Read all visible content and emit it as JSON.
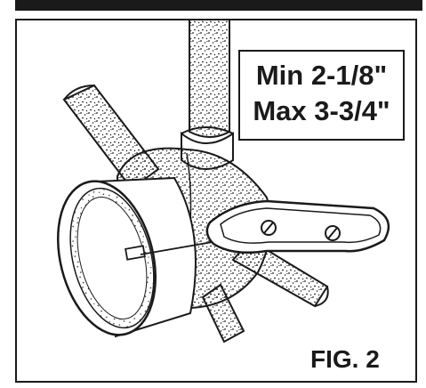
{
  "spec": {
    "min": "Min 2-1/8\"",
    "max": "Max 3-3/4\""
  },
  "figure_label": "FIG. 2",
  "colors": {
    "ink": "#1a1a1a",
    "paper": "#ffffff"
  }
}
